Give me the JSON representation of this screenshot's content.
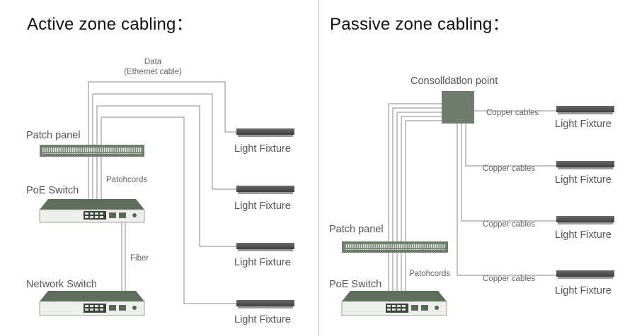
{
  "active": {
    "title": "Active zone cabling：",
    "data_label_1": "Data",
    "data_label_2": "(Ethernet cable)",
    "patch_panel": "Patch panel",
    "patchcords": "Patohcords",
    "poe_switch": "PoE Switch",
    "fiber": "Fiber",
    "network_switch": "Network Switch",
    "fixtures": [
      "Light Fixture",
      "Light Fixture",
      "Light Fixture",
      "Light Fixture"
    ]
  },
  "passive": {
    "title": "Passive zone cabling：",
    "consolidation_point": "Consolldatlon point",
    "copper_cables": [
      "Copper cables",
      "Copper cables",
      "Copper cables",
      "Copper cables"
    ],
    "patch_panel": "Patch panel",
    "patchcords": "Patohcords",
    "poe_switch": "PoE Switch",
    "fixtures": [
      "Light Fixture",
      "Light Fixture",
      "Light Fixture",
      "Light Fixture"
    ]
  },
  "colors": {
    "device_green": "#6f7f6c",
    "device_dark": "#4d5a4c",
    "panel_body": "#7d8a7b",
    "line": "#8a8a8a",
    "consolidation_box": "#6f7c6d",
    "fixture_dark": "#5a5a5a"
  }
}
